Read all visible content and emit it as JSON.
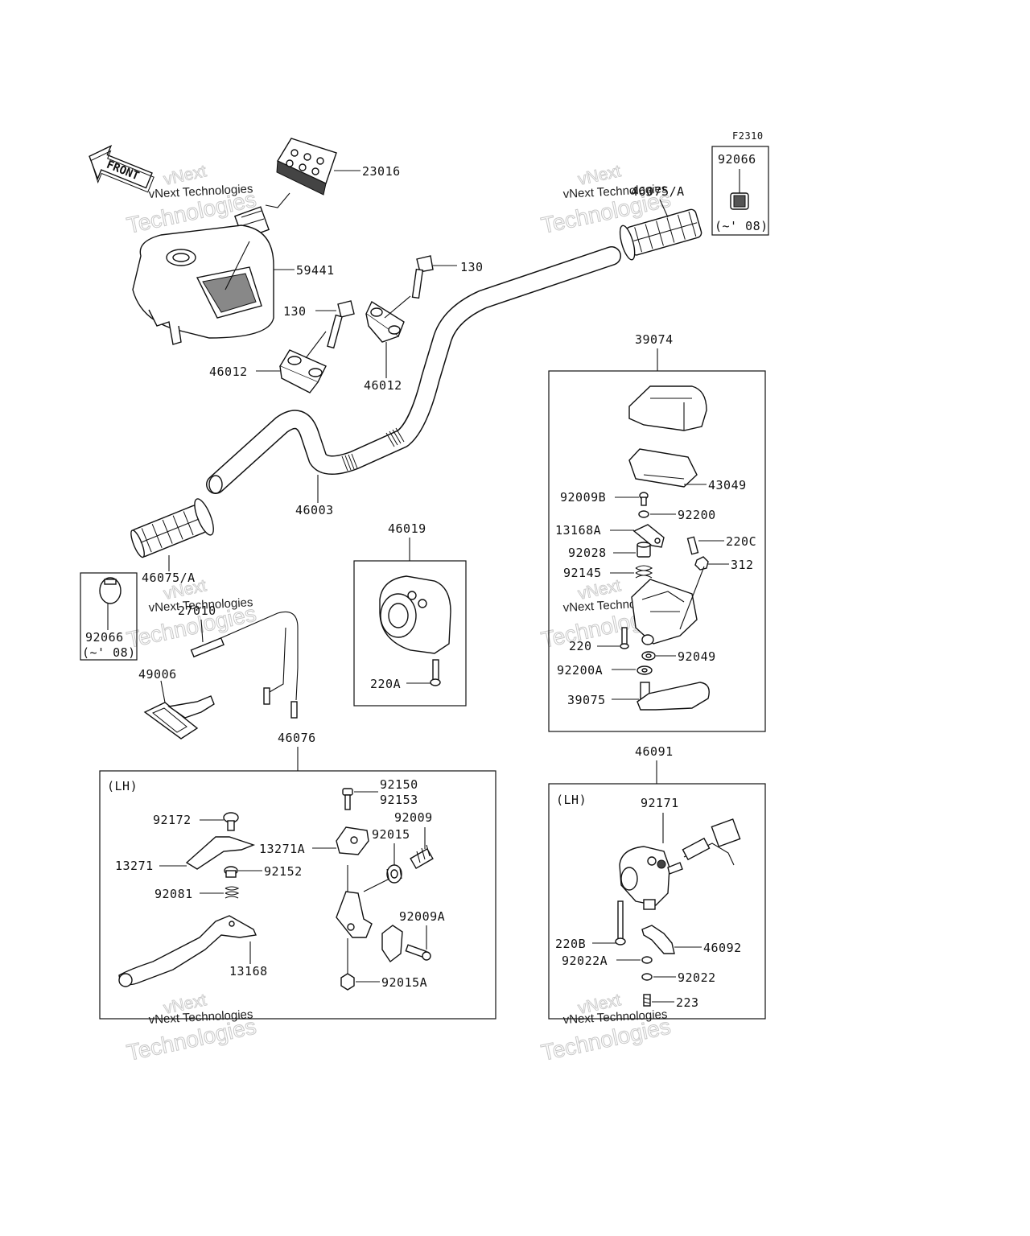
{
  "figure_code": "F2310",
  "front_label": "FRONT",
  "watermark": {
    "line1": "vNext",
    "line2": "vNext Technologies",
    "line3": "Technologies"
  },
  "labels": {
    "p23016": "23016",
    "p59441": "59441",
    "p130a": "130",
    "p130b": "130",
    "p46012a": "46012",
    "p46012b": "46012",
    "p46003": "46003",
    "p46075a_top": "46075/A",
    "p46075a_bot": "46075/A",
    "p92066_top": "92066",
    "p92066_top_note": "(~' 08)",
    "p92066_bot": "92066",
    "p92066_bot_note": "(~' 08)",
    "p27010": "27010",
    "p49006": "49006",
    "p46019": "46019",
    "p220A": "220A",
    "p39074": "39074",
    "p43049": "43049",
    "p92009B": "92009B",
    "p92200": "92200",
    "p13168A": "13168A",
    "p220C": "220C",
    "p92028": "92028",
    "p312": "312",
    "p92145": "92145",
    "p220": "220",
    "p92049": "92049",
    "p92200A": "92200A",
    "p39075": "39075",
    "p46076": "46076",
    "lh1": "(LH)",
    "p92150": "92150",
    "p92153": "92153",
    "p92172": "92172",
    "p92009": "92009",
    "p13271A": "13271A",
    "p92015": "92015",
    "p13271": "13271",
    "p92152": "92152",
    "p92081": "92081",
    "p92009A": "92009A",
    "p13168": "13168",
    "p92015A": "92015A",
    "p46091": "46091",
    "lh2": "(LH)",
    "p92171": "92171",
    "p220B": "220B",
    "p46092": "46092",
    "p92022A": "92022A",
    "p92022": "92022",
    "p223": "223"
  }
}
